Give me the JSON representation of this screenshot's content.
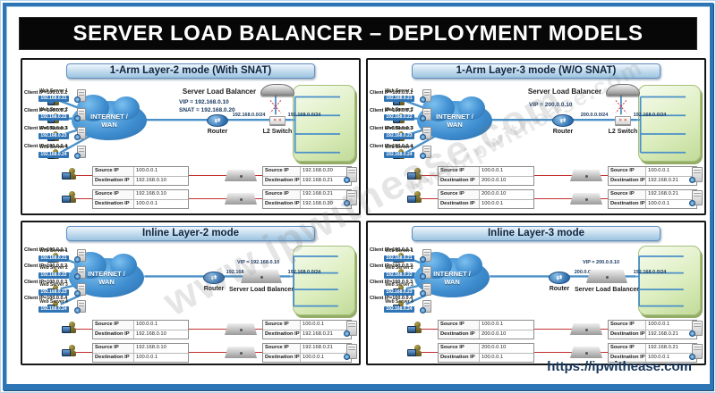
{
  "title": "SERVER LOAD BALANCER – DEPLOYMENT MODELS",
  "footer_url": "https://ipwithease.com",
  "watermark": "www.ipwithease.com",
  "shared": {
    "source_ip_label": "Source IP",
    "destination_ip_label": "Destination IP",
    "router_label": "Router",
    "switch_label": "L2 Switch",
    "slb_label": "Server Load Balancer",
    "cloud_label_1": "INTERNET /",
    "cloud_label_2": "WAN",
    "clients": [
      "Client IP=100.0.0.1",
      "Client IP=100.0.0.2",
      "Client IP=100.0.0.3",
      "Client IP=100.0.0.4"
    ],
    "web_servers": [
      {
        "name": "Web Server 1",
        "ip": "192.168.0.21"
      },
      {
        "name": "Web Server 2",
        "ip": "192.168.0.22"
      },
      {
        "name": "Web Server 3",
        "ip": "192.168.0.23"
      },
      {
        "name": "Web Server 4",
        "ip": "192.168.0.24"
      }
    ]
  },
  "quadrants": [
    {
      "title": "1-Arm Layer-2 mode (With SNAT)",
      "vip": "VIP = 192.168.0.10",
      "snat": "SNAT = 192.168.0.20",
      "left_subnet": "192.168.0.0/24",
      "right_subnet": "192.168.0.0/24",
      "flows": [
        {
          "left": {
            "src": "100.0.0.1",
            "dst": "192.168.0.10"
          },
          "right": {
            "src": "192.168.0.20",
            "dst": "192.168.0.21"
          }
        },
        {
          "left": {
            "src": "192.168.0.10",
            "dst": "100.0.0.1"
          },
          "right": {
            "src": "192.168.0.21",
            "dst": "192.168.0.20"
          }
        }
      ]
    },
    {
      "title": "1-Arm Layer-3 mode (W/O SNAT)",
      "vip": "VIP = 200.0.0.10",
      "left_subnet": "200.0.0.0/24",
      "right_subnet": "192.168.0.0/24",
      "flows": [
        {
          "left": {
            "src": "100.0.0.1",
            "dst": "200.0.0.10"
          },
          "right": {
            "src": "100.0.0.1",
            "dst": "192.168.0.21"
          }
        },
        {
          "left": {
            "src": "200.0.0.10",
            "dst": "100.0.0.1"
          },
          "right": {
            "src": "192.168.0.21",
            "dst": "100.0.0.1"
          }
        }
      ]
    },
    {
      "title": "Inline Layer-2 mode",
      "vip": "VIP = 192.168.0.10",
      "left_subnet": "192.168.0.0/24",
      "right_subnet": "192.168.0.0/24",
      "flows": [
        {
          "left": {
            "src": "100.0.0.1",
            "dst": "192.168.0.10"
          },
          "right": {
            "src": "100.0.0.1",
            "dst": "192.168.0.21"
          }
        },
        {
          "left": {
            "src": "192.168.0.10",
            "dst": "100.0.0.1"
          },
          "right": {
            "src": "192.168.0.21",
            "dst": "100.0.0.1"
          }
        }
      ]
    },
    {
      "title": "Inline Layer-3 mode",
      "vip": "VIP = 200.0.0.10",
      "left_subnet": "200.0.0.0/24",
      "right_subnet": "192.168.0.0/24",
      "flows": [
        {
          "left": {
            "src": "100.0.0.1",
            "dst": "200.0.0.10"
          },
          "right": {
            "src": "100.0.0.1",
            "dst": "192.168.0.21"
          }
        },
        {
          "left": {
            "src": "200.0.0.10",
            "dst": "100.0.0.1"
          },
          "right": {
            "src": "192.168.0.21",
            "dst": "100.0.0.1"
          }
        }
      ]
    }
  ],
  "colors": {
    "frame_blue": "#2e75b6",
    "header_bg": "#070707",
    "panel_title_blue": "#9cc3e0",
    "line_blue": "#4a90c8",
    "flow_red": "#c33030",
    "server_box_green": "#ddeec0",
    "ip_chip_blue": "#2f74b5",
    "footer_blue": "#17365d"
  }
}
